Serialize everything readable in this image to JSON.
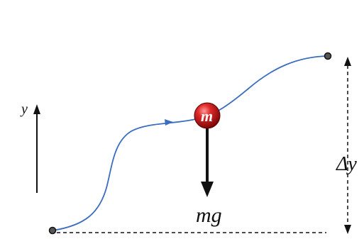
{
  "labels": {
    "y_axis": "y",
    "mass": "m",
    "weight": "mg",
    "delta": "Δy"
  },
  "colors": {
    "path": "#3a6cc0",
    "ball_core": "#d61f1f",
    "ball_edge": "#7a0606",
    "ink": "#111111"
  }
}
